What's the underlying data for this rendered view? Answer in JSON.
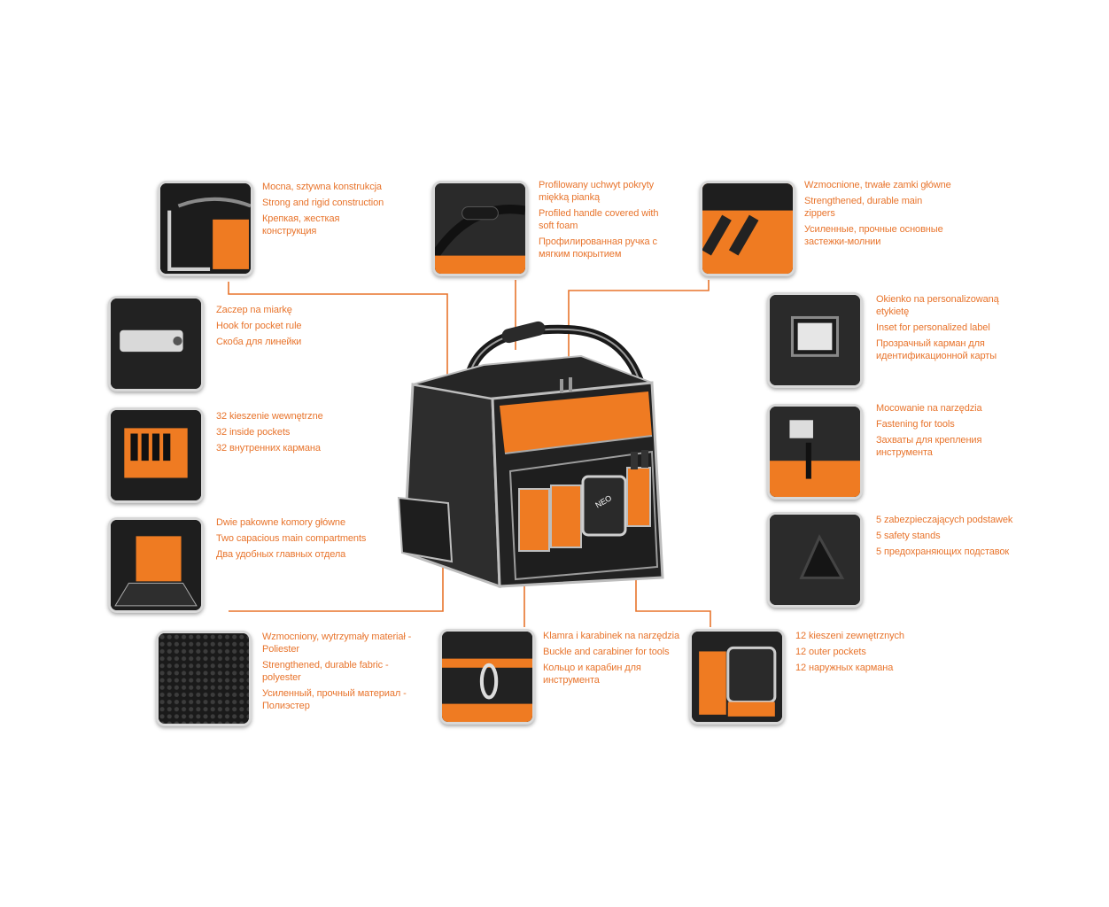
{
  "accent_color": "#e8742c",
  "bag": {
    "brand": "NEO"
  },
  "features": [
    {
      "id": "construction",
      "icon": "frame-corner-photo",
      "lines": [
        "Mocna, sztywna konstrukcja",
        "Strong and rigid construction",
        "Крепкая, жесткая конструкция"
      ]
    },
    {
      "id": "handle",
      "icon": "handle-photo",
      "lines": [
        "Profilowany uchwyt pokryty miękką pianką",
        "Profiled handle covered with soft foam",
        "Профилированная ручка с мягким покрытием"
      ]
    },
    {
      "id": "zippers",
      "icon": "zipper-photo",
      "lines": [
        "Wzmocnione, trwałe zamki główne",
        "Strengthened, durable main zippers",
        "Усиленные, прочные основные застежки-молнии"
      ]
    },
    {
      "id": "pocket-rule",
      "icon": "clip-photo",
      "lines": [
        "Zaczep na miarkę",
        "Hook for pocket rule",
        "Скоба для линейки"
      ]
    },
    {
      "id": "label",
      "icon": "label-window-photo",
      "lines": [
        "Okienko na personalizowaną etykietę",
        "Inset for personalized label",
        "Прозрачный карман для идентификационной карты"
      ]
    },
    {
      "id": "inside-pockets",
      "icon": "inside-pockets-photo",
      "lines": [
        "32 kieszenie wewnętrzne",
        "32 inside pockets",
        "32 внутренних кармана"
      ]
    },
    {
      "id": "fastening",
      "icon": "tool-strap-photo",
      "lines": [
        "Mocowanie na narzędzia",
        "Fastening for tools",
        "Захваты для крепления инструмента"
      ]
    },
    {
      "id": "compartments",
      "icon": "compartments-photo",
      "lines": [
        "Dwie pakowne komory główne",
        "Two capacious main compartments",
        "Два удобных главных отдела"
      ]
    },
    {
      "id": "stands",
      "icon": "stand-foot-photo",
      "lines": [
        "5 zabezpieczających podstawek",
        "5 safety stands",
        "5 предохраняющих подставок"
      ]
    },
    {
      "id": "fabric",
      "icon": "fabric-texture-photo",
      "lines": [
        "Wzmocniony, wytrzymały materiał - Poliester",
        "Strengthened, durable fabric - polyester",
        "Усиленный, прочный материал - Полиэстер"
      ]
    },
    {
      "id": "carabiner",
      "icon": "carabiner-photo",
      "lines": [
        "Klamra i karabinek na narzędzia",
        "Buckle and carabiner for tools",
        "Кольцо и карабин для инструмента"
      ]
    },
    {
      "id": "outer-pockets",
      "icon": "outer-pockets-photo",
      "lines": [
        "12 kieszeni zewnętrznych",
        "12 outer pockets",
        "12 наружных кармана"
      ]
    }
  ]
}
